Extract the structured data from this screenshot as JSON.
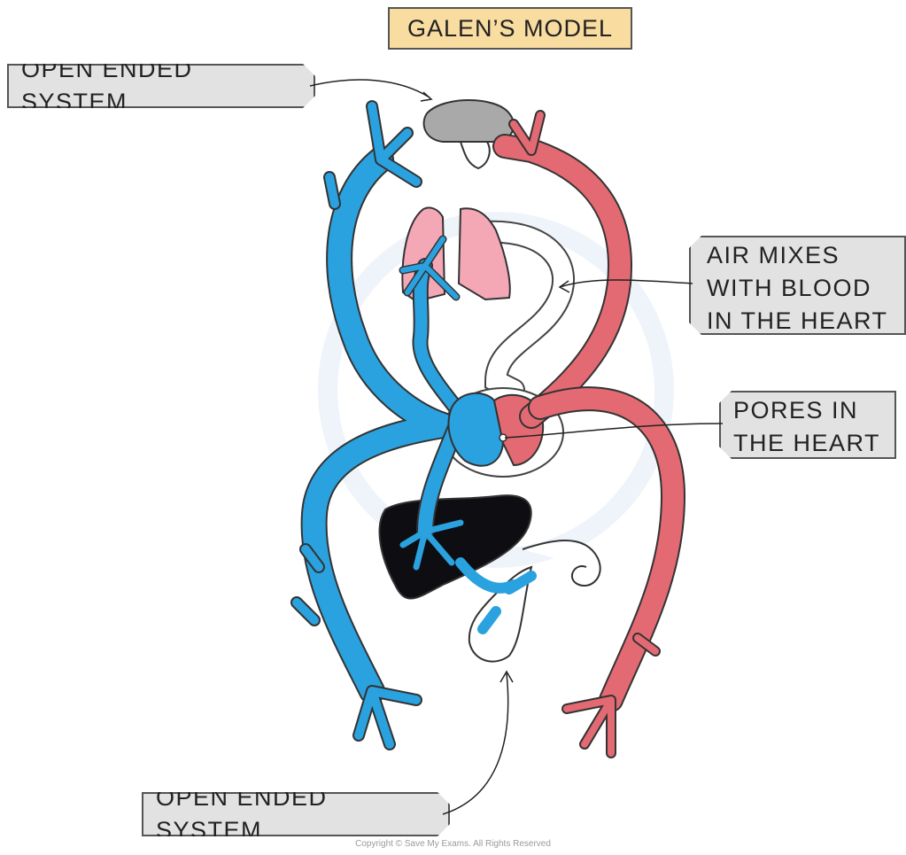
{
  "title": "GALEN’S MODEL",
  "labels": {
    "open_top": "OPEN ENDED SYSTEM",
    "open_bottom": "OPEN ENDED SYSTEM",
    "air_line1": "AIR MIXES",
    "air_line2": "WITH BLOOD",
    "air_line3": "IN THE HEART",
    "pores_line1": "PORES IN",
    "pores_line2": "THE HEART"
  },
  "copyright": "Copyright © Save My Exams. All Rights Reserved",
  "colors": {
    "vein_blue": "#2aa2df",
    "artery_red": "#e36a72",
    "lungs_pink": "#f4a8b6",
    "brain_grey": "#a9a9a9",
    "liver_black": "#0e0e12",
    "title_fill": "#f9dca0",
    "tag_fill": "#e2e2e2"
  }
}
